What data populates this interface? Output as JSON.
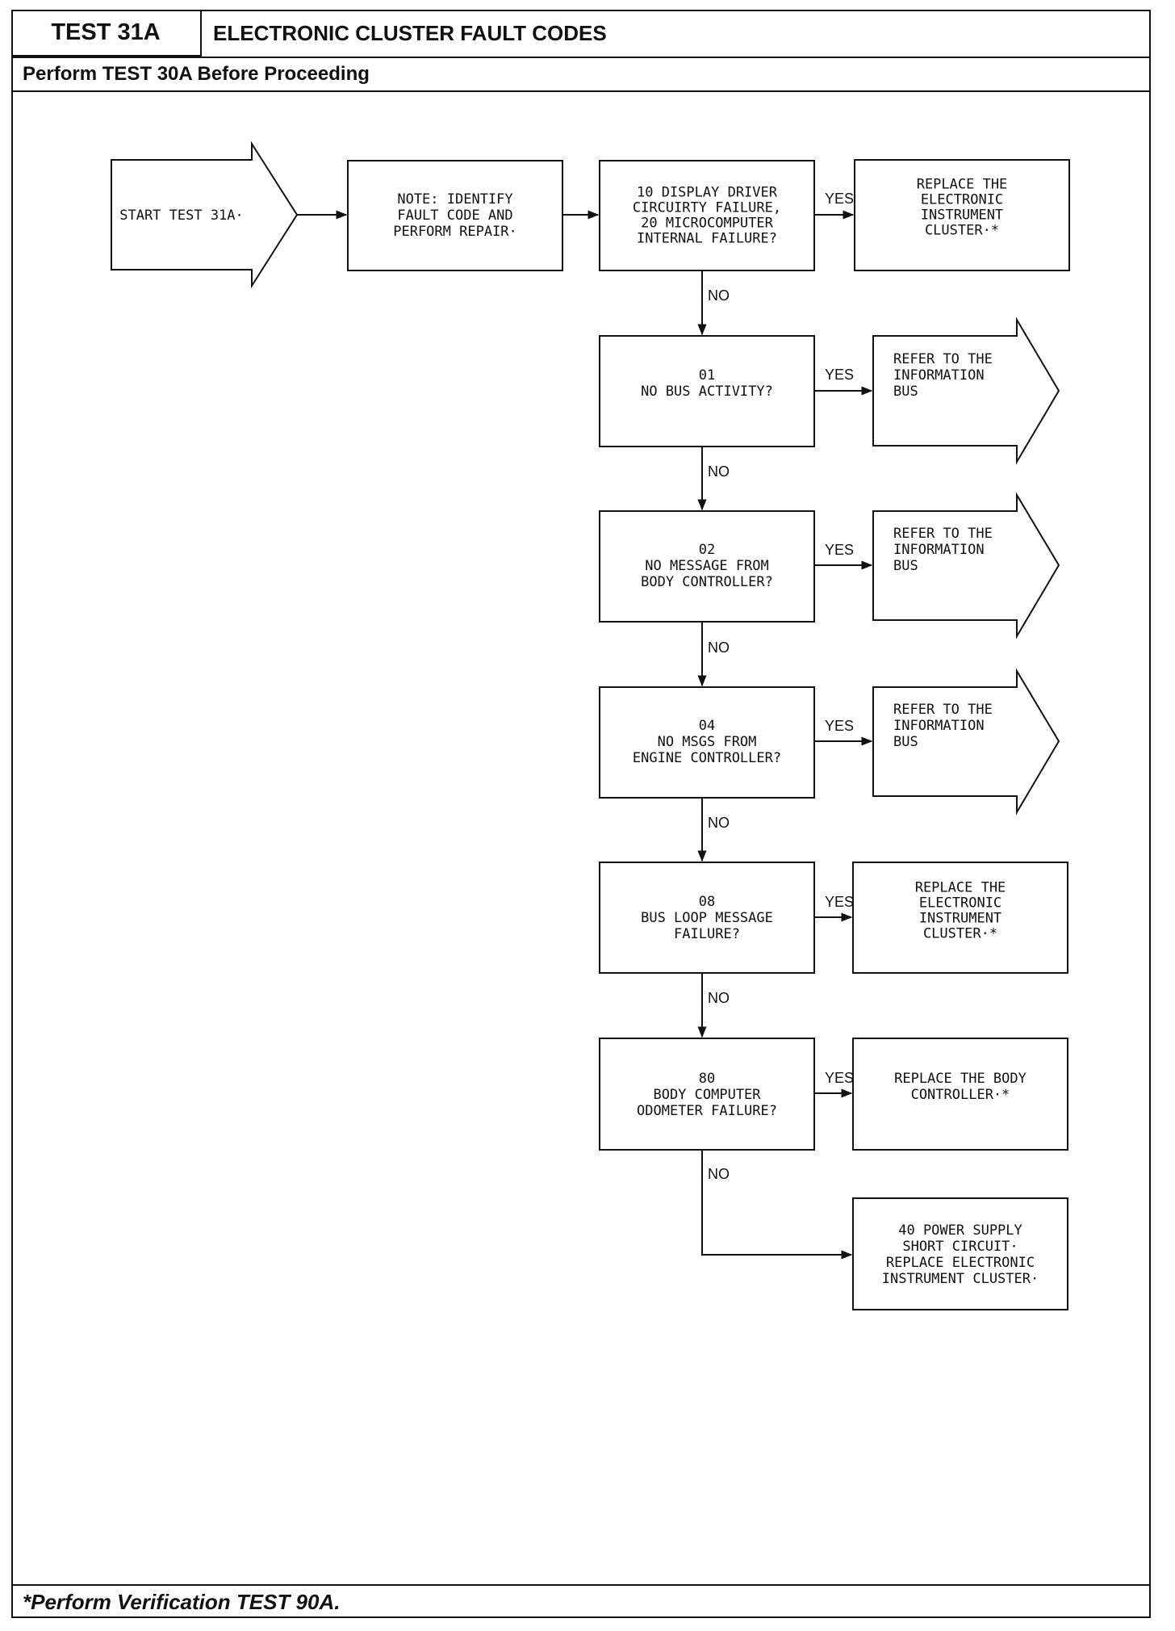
{
  "header": {
    "test_id": "TEST 31A",
    "title": "ELECTRONIC CLUSTER FAULT CODES",
    "subtitle": "Perform TEST 30A Before Proceeding"
  },
  "footer": {
    "note": "*Perform Verification TEST 90A."
  },
  "nodes": {
    "start": [
      "START TEST 31A·"
    ],
    "note": [
      "NOTE: IDENTIFY",
      "FAULT CODE AND",
      "PERFORM REPAIR·"
    ],
    "q1": [
      "10 DISPLAY DRIVER",
      "CIRCUIRTY FAILURE,",
      "20 MICROCOMPUTER",
      "INTERNAL FAILURE?"
    ],
    "r1": [
      "REPLACE THE",
      "ELECTRONIC",
      "INSTRUMENT",
      "CLUSTER·*"
    ],
    "q2": [
      "01",
      "NO BUS ACTIVITY?"
    ],
    "r2": [
      "REFER TO THE",
      "INFORMATION",
      "BUS"
    ],
    "q3": [
      "02",
      "NO MESSAGE FROM",
      "BODY CONTROLLER?"
    ],
    "r3": [
      "REFER TO THE",
      "INFORMATION",
      "BUS"
    ],
    "q4": [
      "04",
      "NO MSGS FROM",
      "ENGINE CONTROLLER?"
    ],
    "r4": [
      "REFER TO THE",
      "INFORMATION",
      "BUS"
    ],
    "q5": [
      "08",
      "BUS LOOP MESSAGE",
      "FAILURE?"
    ],
    "r5": [
      "REPLACE THE",
      "ELECTRONIC",
      "INSTRUMENT",
      "CLUSTER·*"
    ],
    "q6": [
      "80",
      "BODY COMPUTER",
      "ODOMETER FAILURE?"
    ],
    "r6": [
      "REPLACE THE BODY",
      "CONTROLLER·*"
    ],
    "r7": [
      "40 POWER SUPPLY",
      "SHORT CIRCUIT·",
      "REPLACE ELECTRONIC",
      "INSTRUMENT CLUSTER·"
    ]
  },
  "edge_labels": {
    "yes": "YES",
    "no": "NO"
  }
}
